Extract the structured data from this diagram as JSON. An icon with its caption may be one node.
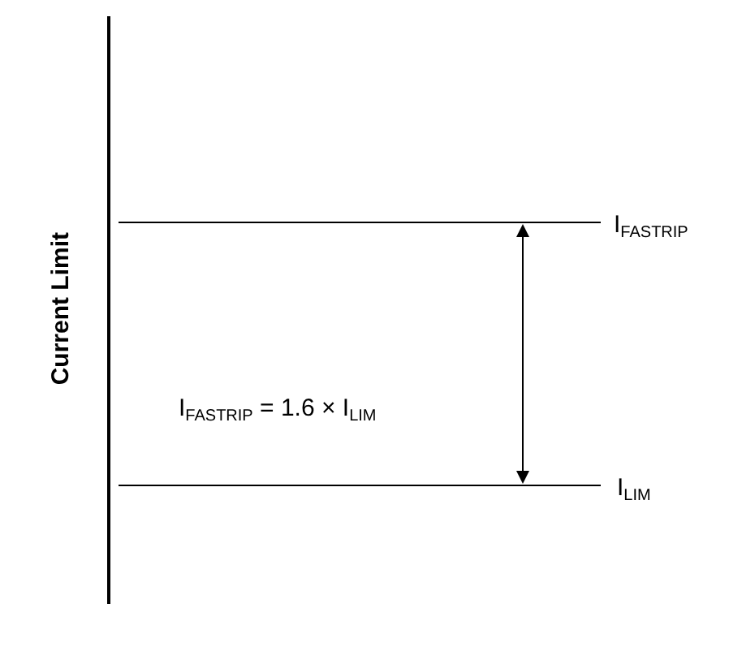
{
  "diagram": {
    "labels": [
      "Current Limit",
      "I$_{FASTRIP}$",
      "I$_{FASTRIP}$ = 1.6 × I$_{LIM}$",
      "I$_{LIM}$"
    ]
  }
}
